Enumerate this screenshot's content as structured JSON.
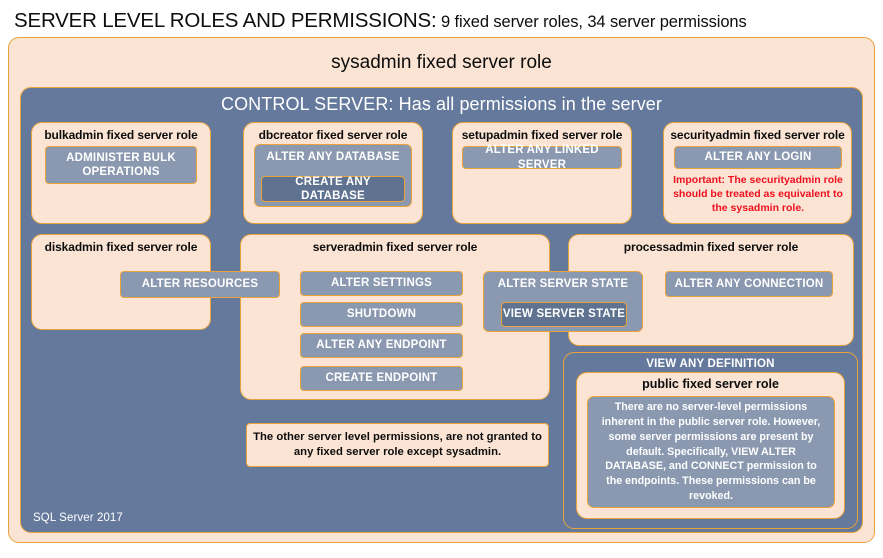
{
  "title": {
    "strong": "SERVER LEVEL ROLES AND PERMISSIONS:",
    "rest": " 9 fixed server roles, 34 server permissions"
  },
  "sysadmin": {
    "label": "sysadmin  fixed  server  role"
  },
  "control_server": {
    "label": "CONTROL SERVER: Has all permissions in the server"
  },
  "roles": {
    "bulkadmin": {
      "label": "bulkadmin  fixed server role",
      "permissions": [
        "ADMINISTER  BULK OPERATIONS"
      ]
    },
    "dbcreator": {
      "label": "dbcreator fixed server role",
      "permissions": [
        "ALTER ANY DATABASE",
        "CREATE ANY DATABASE"
      ]
    },
    "setupadmin": {
      "label": "setupadmin fixed server role",
      "permissions": [
        "ALTER ANY LINKED SERVER"
      ]
    },
    "securityadmin": {
      "label": "securityadmin  fixed server role",
      "permissions": [
        "ALTER ANY LOGIN"
      ],
      "note": "Important:  The securityadmin role should  be treated as equivalent to the sysadmin role."
    },
    "diskadmin": {
      "label": "diskadmin  fixed server role",
      "permissions": [
        "ALTER RESOURCES"
      ]
    },
    "serveradmin": {
      "label": "serveradmin fixed server role",
      "permissions": [
        "ALTER SETTINGS",
        "SHUTDOWN",
        "ALTER ANY ENDPOINT",
        "CREATE  ENDPOINT",
        "ALTER SERVER  STATE",
        "VIEW SERVER  STATE"
      ]
    },
    "processadmin": {
      "label": "processadmin fixed server role",
      "permissions": [
        "ALTER ANY CONNECTION"
      ]
    },
    "public": {
      "view_any_definition": "VIEW ANY DEFINITION",
      "label": "public  fixed server role",
      "note": "There are no server-level permissions inherent in the public server role. However, some server permissions are present by default. Specifically, VIEW ALTER DATABASE, and CONNECT permission to the endpoints. These permissions can be revoked."
    }
  },
  "other_permissions_note": "The other server level permissions,  are not granted to any fixed server role except sysadmin.",
  "footer": "SQL Server 2017",
  "colors": {
    "slate": "#64799c",
    "peach": "#fbe4d4",
    "permission": "#8a98b0",
    "permission_dark": "#5f7290",
    "border_gold": "#e8a33d",
    "warning_red": "#ef0f1e"
  }
}
